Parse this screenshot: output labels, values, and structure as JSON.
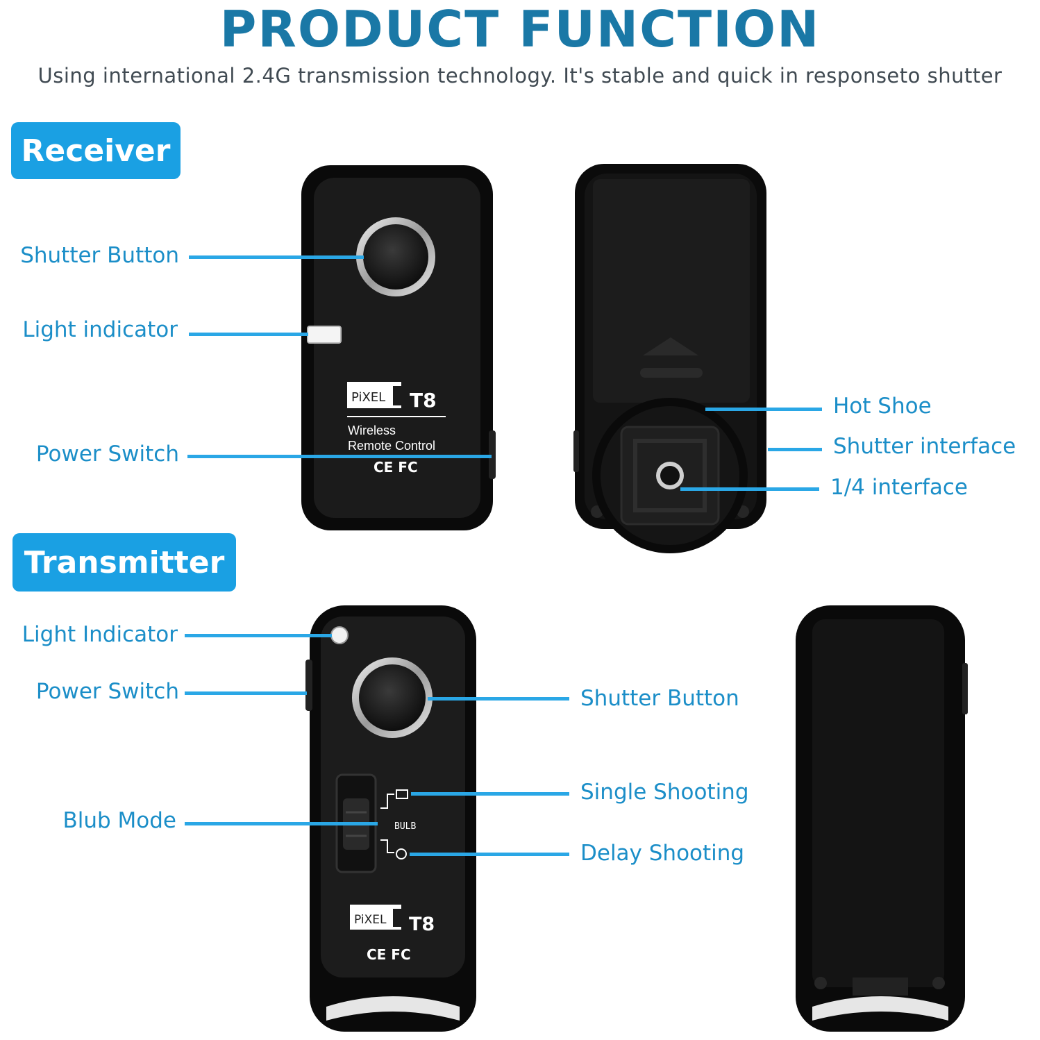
{
  "header": {
    "title": "PRODUCT FUNCTION",
    "subtitle": "Using international 2.4G transmission technology. It's stable and quick in responseto shutter"
  },
  "receiver": {
    "badge": "Receiver",
    "labels": {
      "shutter_button": "Shutter Button",
      "light_indicator": "Light indicator",
      "power_switch": "Power Switch",
      "hot_shoe": "Hot Shoe",
      "shutter_interface": "Shutter interface",
      "quarter_interface": "1/4 interface"
    },
    "device_text": {
      "brand": "PiXEL",
      "model": "T8",
      "line1": "Wireless",
      "line2": "Remote Control",
      "cert": "CE FC"
    }
  },
  "transmitter": {
    "badge": "Transmitter",
    "labels": {
      "light_indicator": "Light Indicator",
      "power_switch": "Power Switch",
      "blub_mode": "Blub Mode",
      "shutter_button": "Shutter Button",
      "single_shooting": "Single Shooting",
      "delay_shooting": "Delay Shooting"
    },
    "device_text": {
      "brand": "PiXEL",
      "model": "T8",
      "bulb": "BULB",
      "cert": "CE FC"
    }
  },
  "colors": {
    "title": "#1a78a6",
    "label": "#1b8ec8",
    "badge": "#1aa0e3",
    "line": "#2aa7e6",
    "device": "#111111"
  }
}
